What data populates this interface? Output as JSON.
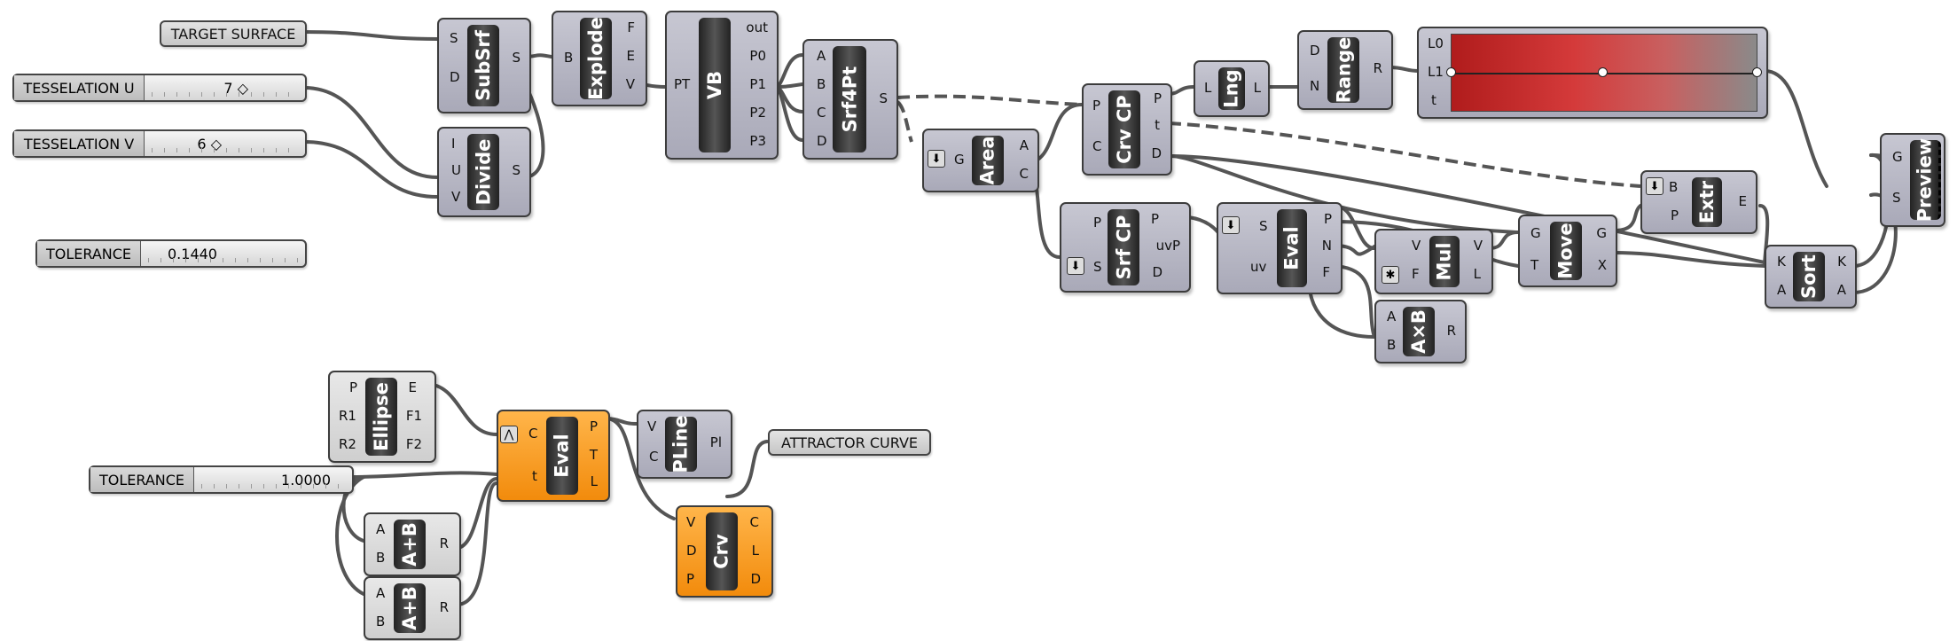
{
  "panels": {
    "target_surface": "TARGET SURFACE",
    "attractor_curve": "ATTRACTOR CURVE"
  },
  "sliders": {
    "tess_u": {
      "label": "TESSELATION U",
      "value": "7 ◇"
    },
    "tess_v": {
      "label": "TESSELATION V",
      "value": "6 ◇"
    },
    "tolerance1": {
      "label": "TOLERANCE",
      "value": "0.1440"
    },
    "tolerance2": {
      "label": "TOLERANCE",
      "value": "1.0000"
    }
  },
  "components": {
    "subsrf": {
      "name": "SubSrf",
      "inputs": [
        "S",
        "D"
      ],
      "outputs": [
        "S"
      ]
    },
    "divide": {
      "name": "Divide",
      "inputs": [
        "I",
        "U",
        "V"
      ],
      "outputs": [
        "S"
      ]
    },
    "explode": {
      "name": "Explode",
      "inputs": [
        "B"
      ],
      "outputs": [
        "F",
        "E",
        "V"
      ]
    },
    "vb": {
      "name": "VB",
      "inputs": [
        "PT"
      ],
      "outputs": [
        "out",
        "P0",
        "P1",
        "P2",
        "P3"
      ]
    },
    "srf4pt": {
      "name": "Srf4Pt",
      "inputs": [
        "A",
        "B",
        "C",
        "D"
      ],
      "outputs": [
        "S"
      ]
    },
    "area": {
      "name": "Area",
      "inputs": [
        "G"
      ],
      "outputs": [
        "A",
        "C"
      ]
    },
    "crvcp": {
      "name": "Crv CP",
      "inputs": [
        "P",
        "C"
      ],
      "outputs": [
        "P",
        "t",
        "D"
      ]
    },
    "lng": {
      "name": "Lng",
      "inputs": [
        "L"
      ],
      "outputs": [
        "L"
      ]
    },
    "range": {
      "name": "Range",
      "inputs": [
        "D",
        "N"
      ],
      "outputs": [
        "R"
      ]
    },
    "gradient": {
      "inputs": [
        "L0",
        "L1",
        "t"
      ]
    },
    "srfcp": {
      "name": "Srf CP",
      "inputs": [
        "P",
        "S"
      ],
      "outputs": [
        "P",
        "uvP",
        "D"
      ]
    },
    "eval1": {
      "name": "Eval",
      "inputs": [
        "S",
        "uv"
      ],
      "outputs": [
        "P",
        "N",
        "F"
      ]
    },
    "mul": {
      "name": "Mul",
      "inputs": [
        "V",
        "F"
      ],
      "outputs": [
        "V",
        "L"
      ]
    },
    "axb": {
      "name": "A×B",
      "inputs": [
        "A",
        "B"
      ],
      "outputs": [
        "R"
      ]
    },
    "move": {
      "name": "Move",
      "inputs": [
        "G",
        "T"
      ],
      "outputs": [
        "G",
        "X"
      ]
    },
    "extr": {
      "name": "Extr",
      "inputs": [
        "B",
        "P"
      ],
      "outputs": [
        "E"
      ]
    },
    "sort": {
      "name": "Sort",
      "inputs": [
        "K",
        "A"
      ],
      "outputs": [
        "K",
        "A"
      ]
    },
    "preview": {
      "name": "Preview",
      "inputs": [
        "G",
        "S"
      ]
    },
    "ellipse": {
      "name": "Ellipse",
      "inputs": [
        "P",
        "R1",
        "R2"
      ],
      "outputs": [
        "E",
        "F1",
        "F2"
      ]
    },
    "eval2": {
      "name": "Eval",
      "inputs": [
        "C",
        "t"
      ],
      "outputs": [
        "P",
        "T",
        "L"
      ]
    },
    "pline": {
      "name": "PLine",
      "inputs": [
        "V",
        "C"
      ],
      "outputs": [
        "Pl"
      ]
    },
    "crv": {
      "name": "Crv",
      "inputs": [
        "V",
        "D",
        "P"
      ],
      "outputs": [
        "C",
        "L",
        "D"
      ]
    },
    "aplusb1": {
      "name": "A+B",
      "inputs": [
        "A",
        "B"
      ],
      "outputs": [
        "R"
      ]
    },
    "aplusb2": {
      "name": "A+B",
      "inputs": [
        "A",
        "B"
      ],
      "outputs": [
        "R"
      ]
    }
  },
  "colors": {
    "canvas": "#ffffff",
    "component": "#b4b4c2",
    "selected": "#f7940f",
    "wire": "#555555"
  }
}
